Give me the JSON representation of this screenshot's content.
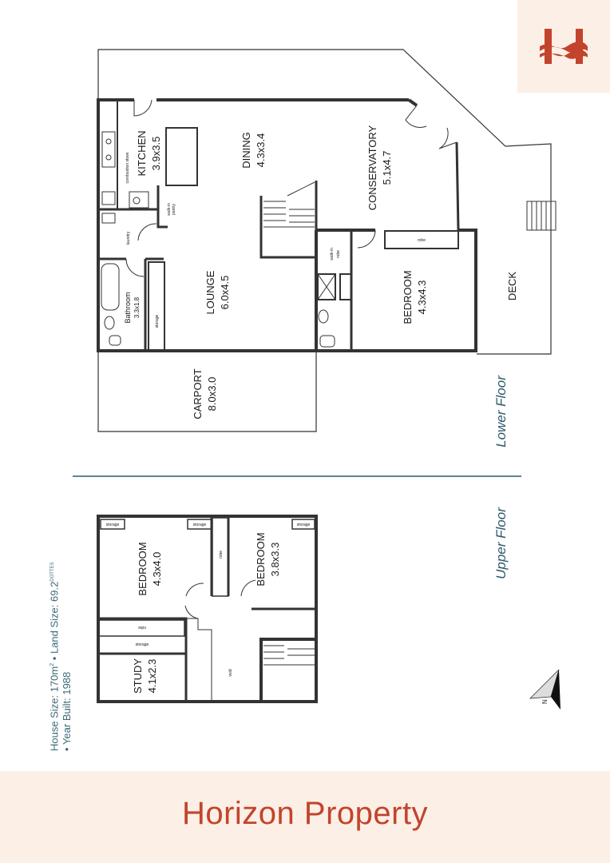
{
  "brand": {
    "name": "Horizon Property",
    "logo_letter": "H",
    "accent_color": "#c2442c"
  },
  "floors": {
    "lower_label": "Lower Floor",
    "upper_label": "Upper Floor"
  },
  "lower_rooms": {
    "kitchen": {
      "name": "KITCHEN",
      "size": "3.9x3.5"
    },
    "dining": {
      "name": "DINING",
      "size": "4.3x3.4"
    },
    "conservatory": {
      "name": "CONSERVATORY",
      "size": "5.1x4.7"
    },
    "lounge": {
      "name": "LOUNGE",
      "size": "6.0x4.5"
    },
    "bedroom": {
      "name": "BEDROOM",
      "size": "4.3x4.3"
    },
    "bathroom": {
      "name": "Bathroom",
      "size": "3.3x1.8"
    },
    "carport": {
      "name": "CARPORT",
      "size": "8.0x3.0"
    },
    "deck": {
      "name": "DECK"
    }
  },
  "lower_small": {
    "combustion_stove": "combustion stove",
    "walk_in_pantry_1": "walk-in",
    "walk_in_pantry_2": "pantry",
    "laundry": "laundry",
    "storage": "storage",
    "robe": "robe",
    "walk_in_robe_1": "walk-in",
    "walk_in_robe_2": "robe"
  },
  "upper_rooms": {
    "bedroom1": {
      "name": "BEDROOM",
      "size": "4.3x4.0"
    },
    "bedroom2": {
      "name": "BEDROOM",
      "size": "3.8x3.3"
    },
    "study": {
      "name": "STUDY",
      "size": "4.1x2.3"
    }
  },
  "upper_small": {
    "storage_1": "storage",
    "storage_2": "storage",
    "storage_3": "storage",
    "storage_4": "storage",
    "robe_1": "robe",
    "robe_2": "robe",
    "void": "void"
  },
  "info": {
    "house_size": "House Size: 170m",
    "house_size_sup": "2",
    "land_size": "Land Size: 69.2",
    "land_size_sup": "DOTTES",
    "year_built": "Year Built:  1988"
  },
  "compass": {
    "label": "N"
  }
}
